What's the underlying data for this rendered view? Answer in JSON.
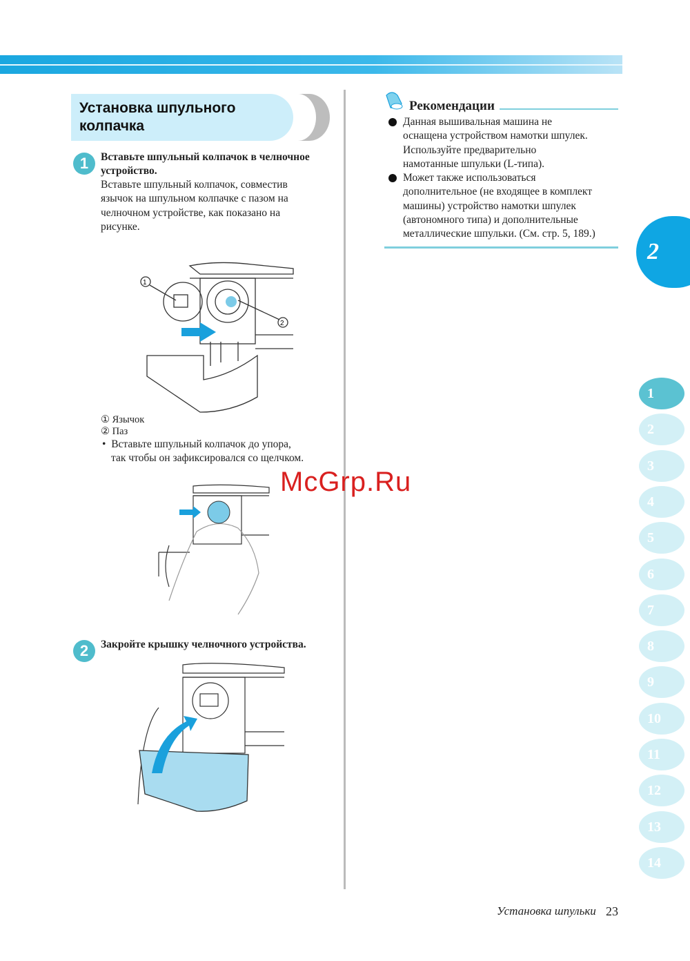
{
  "section_title": "Установка шпульного колпачка",
  "section_title_lines": [
    "Установка шпульного",
    "колпачка"
  ],
  "steps": [
    {
      "number": "1",
      "heading_lines": [
        "Вставьте шпульный колпачок в челночное",
        "устройство."
      ],
      "body_lines": [
        "Вставьте шпульный колпачок, совместив",
        "язычок на шпульном колпачке с пазом на",
        "челночном устройстве, как показано на",
        "рисунке."
      ],
      "callouts": [
        {
          "marker": "①",
          "label": "Язычок"
        },
        {
          "marker": "②",
          "label": "Паз"
        }
      ],
      "note_lines": [
        "Вставьте шпульный колпачок до упора,",
        "так чтобы он зафиксировался со щелчком."
      ]
    },
    {
      "number": "2",
      "heading": "Закройте крышку челночного устройства."
    }
  ],
  "tips": {
    "heading": "Рекомендации",
    "items": [
      [
        "Данная вышивальная машина не",
        "оснащена устройством намотки шпулек.",
        "Используйте предварительно",
        "намотанные шпульки (L-типа)."
      ],
      [
        "Может также использоваться",
        "дополнительное (не входящее в комплект",
        "машины) устройство намотки шпулек",
        "(автономного типа) и дополнительные",
        "металлические шпульки. (См. стр. 5, 189.)"
      ]
    ]
  },
  "chapter": "2",
  "chapter_tabs": [
    "1",
    "2",
    "3",
    "4",
    "5",
    "6",
    "7",
    "8",
    "9",
    "10",
    "11",
    "12",
    "13",
    "14"
  ],
  "active_tab": "1",
  "footer": {
    "section": "Установка шпульки",
    "page": "23"
  },
  "watermark": "McGrp.Ru",
  "colors": {
    "accent": "#0fa6e3",
    "step": "#4fbccc",
    "title_bg": "#cdeefa"
  }
}
